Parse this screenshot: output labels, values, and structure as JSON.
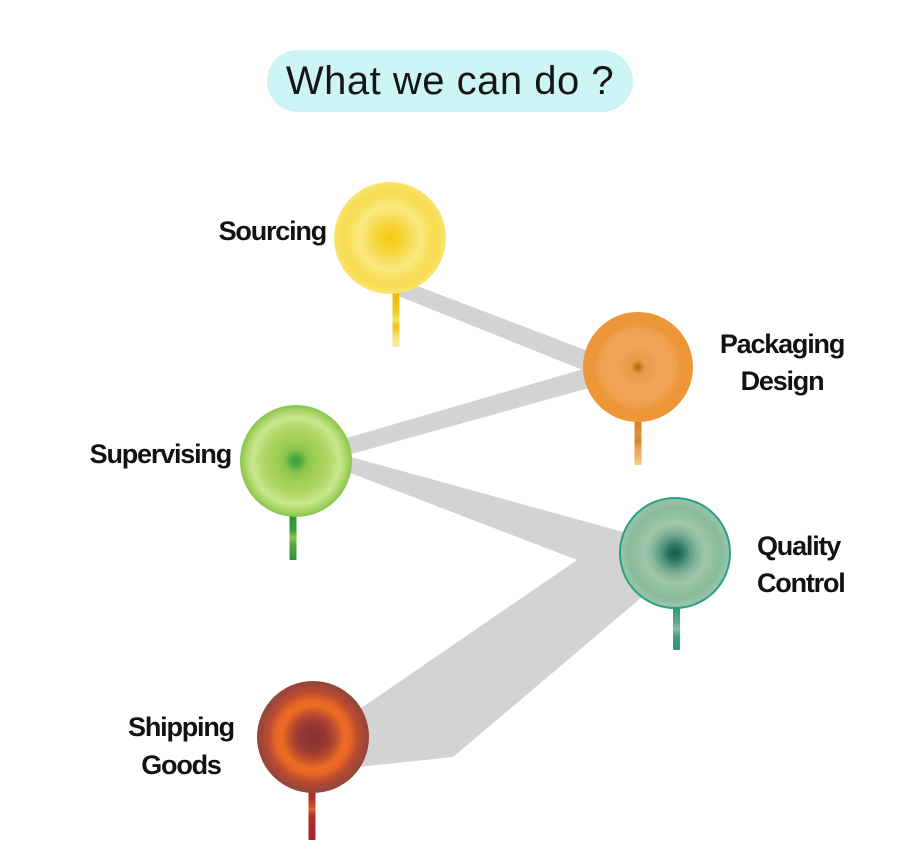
{
  "title": {
    "text": "What we can do ?",
    "bg_color": "#cdf5f5"
  },
  "connector_color": "#d3d3d3",
  "text_color": "#121212",
  "nodes": [
    {
      "id": "sourcing",
      "label": "Sourcing",
      "lines": [
        "Sourcing"
      ],
      "color": "#f6d02a"
    },
    {
      "id": "packaging-design",
      "label": "Packaging Design",
      "lines": [
        "Packaging",
        "Design"
      ],
      "color": "#ee9738"
    },
    {
      "id": "supervising",
      "label": "Supervising",
      "lines": [
        "Supervising"
      ],
      "color": "#58ad3f"
    },
    {
      "id": "quality-control",
      "label": "Quality Control",
      "lines": [
        "Quality",
        "Control"
      ],
      "color": "#2aa184"
    },
    {
      "id": "shipping-goods",
      "label": "Shipping Goods",
      "lines": [
        "Shipping",
        "Goods"
      ],
      "color": "#b5202b"
    }
  ],
  "connections": [
    {
      "from": "Sourcing",
      "to": "Packaging Design"
    },
    {
      "from": "Packaging Design",
      "to": "Supervising"
    },
    {
      "from": "Supervising",
      "to": "Quality Control"
    },
    {
      "from": "Quality Control",
      "to": "Shipping Goods"
    }
  ]
}
